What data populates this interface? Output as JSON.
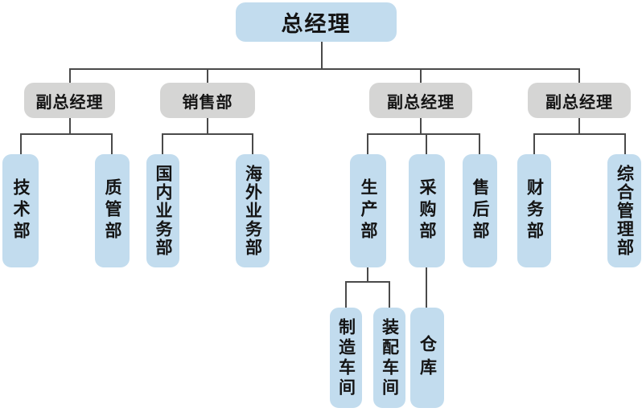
{
  "palette": {
    "blue": "#c2dcee",
    "gray": "#d5d5d4",
    "line": "#4a4a4a",
    "text": "#141414",
    "background": "#ffffff"
  },
  "tree": {
    "label": "总经理",
    "children": [
      {
        "label": "副总经理",
        "children": [
          {
            "label": "技术部"
          },
          {
            "label": "质管部"
          }
        ]
      },
      {
        "label": "销售部",
        "children": [
          {
            "label": "国内业务部"
          },
          {
            "label": "海外业务部"
          }
        ]
      },
      {
        "label": "副总经理",
        "children": [
          {
            "label": "生产部",
            "children": [
              {
                "label": "制造车间"
              },
              {
                "label": "装配车间"
              }
            ]
          },
          {
            "label": "采购部",
            "children": [
              {
                "label": "仓库"
              }
            ]
          },
          {
            "label": "售后部"
          }
        ]
      },
      {
        "label": "副总经理",
        "children": [
          {
            "label": "财务部"
          },
          {
            "label": "综合管理部"
          }
        ]
      }
    ]
  }
}
